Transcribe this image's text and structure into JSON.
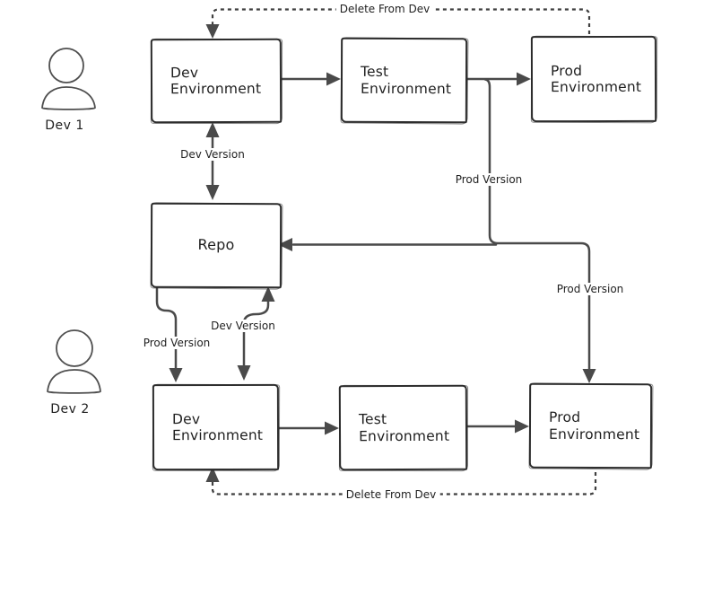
{
  "diagram": {
    "colors": {
      "background": "#ffffff",
      "line": "#4a4a4a",
      "box_border": "#2e2e2e",
      "text": "#1f1f1f"
    },
    "actors": [
      {
        "id": "dev-1",
        "label": "Dev 1"
      },
      {
        "id": "dev-2",
        "label": "Dev 2"
      }
    ],
    "nodes": [
      {
        "id": "dev-environment-1",
        "label": "Dev\nEnvironment"
      },
      {
        "id": "test-environment-1",
        "label": "Test\nEnvironment"
      },
      {
        "id": "prod-environment-1",
        "label": "Prod\nEnvironment"
      },
      {
        "id": "repo",
        "label": "Repo"
      },
      {
        "id": "dev-environment-2",
        "label": "Dev\nEnvironment"
      },
      {
        "id": "test-environment-2",
        "label": "Test\nEnvironment"
      },
      {
        "id": "prod-environment-2",
        "label": "Prod\nEnvironment"
      }
    ],
    "edge_labels": [
      {
        "id": "delete-from-dev-top",
        "text": "Delete From Dev"
      },
      {
        "id": "dev-version-top",
        "text": "Dev Version"
      },
      {
        "id": "prod-version-test-to-repo",
        "text": "Prod Version"
      },
      {
        "id": "prod-version-to-prod2",
        "text": "Prod Version"
      },
      {
        "id": "prod-version-repo-to-dev2",
        "text": "Prod Version"
      },
      {
        "id": "dev-version-repo-dev2",
        "text": "Dev Version"
      },
      {
        "id": "delete-from-dev-bottom",
        "text": "Delete From Dev"
      }
    ]
  }
}
